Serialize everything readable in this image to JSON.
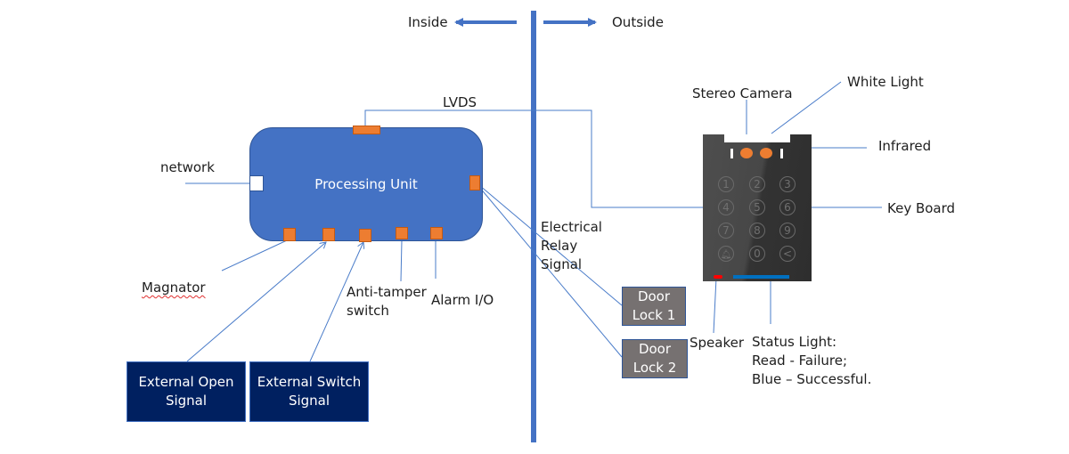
{
  "header": {
    "inside_label": "Inside",
    "outside_label": "Outside"
  },
  "processing_unit": {
    "label": "Processing Unit",
    "network_label": "network",
    "lvds_label": "LVDS"
  },
  "ports": {
    "magnator_label": "Magnator",
    "anti_tamper_label_line1": "Anti-tamper",
    "anti_tamper_label_line2": "switch",
    "alarm_io_label": "Alarm I/O"
  },
  "external_boxes": [
    {
      "line1": "External Open",
      "line2": "Signal"
    },
    {
      "line1": "External Switch",
      "line2": "Signal"
    }
  ],
  "relay": {
    "label_line1": "Electrical",
    "label_line2": "Relay",
    "label_line3": "Signal"
  },
  "door_locks": [
    {
      "line1": "Door",
      "line2": "Lock 1"
    },
    {
      "line1": "Door",
      "line2": "Lock 2"
    }
  ],
  "terminal": {
    "stereo_camera_label": "Stereo Camera",
    "white_light_label": "White Light",
    "infrared_label": "Infrared",
    "keyboard_label": "Key Board",
    "speaker_label": "Speaker",
    "status_light_line1": "Status Light:",
    "status_light_line2": "Read - Failure;",
    "status_light_line3": "Blue – Successful.",
    "keys": [
      "1",
      "2",
      "3",
      "4",
      "5",
      "6",
      "7",
      "8",
      "9",
      "bell",
      "0",
      "<"
    ]
  },
  "colors": {
    "divider": "#4472c4",
    "processing_unit": "#4472c4",
    "port": "#ed7d31",
    "connector_line": "#4a7cc9",
    "external_box": "#002060",
    "door_lock_box": "#767171",
    "status_red": "#ff0000",
    "status_blue": "#0070c0"
  }
}
